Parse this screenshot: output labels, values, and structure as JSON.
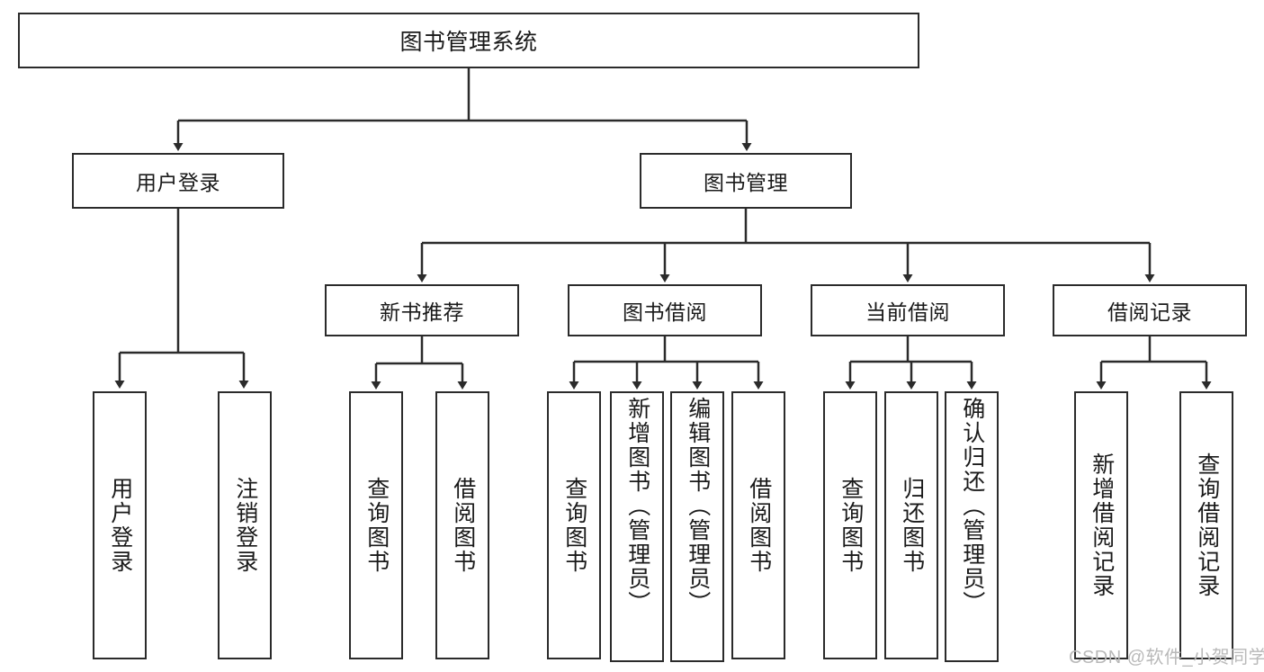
{
  "diagram": {
    "type": "tree-hierarchy",
    "title_node": {
      "label": "图书管理系统"
    },
    "level2": [
      {
        "id": "user-login",
        "label": "用户登录"
      },
      {
        "id": "book-management",
        "label": "图书管理"
      }
    ],
    "level3": [
      {
        "id": "new-book-recommend",
        "label": "新书推荐"
      },
      {
        "id": "book-borrow",
        "label": "图书借阅"
      },
      {
        "id": "current-borrow",
        "label": "当前借阅"
      },
      {
        "id": "borrow-record",
        "label": "借阅记录"
      }
    ],
    "leaves": [
      {
        "id": "leaf-user-login",
        "label": "用户登录",
        "parent": "user-login"
      },
      {
        "id": "leaf-logout-login",
        "label": "注销登录",
        "parent": "user-login"
      },
      {
        "id": "leaf-query-book-1",
        "label": "查询图书",
        "parent": "new-book-recommend"
      },
      {
        "id": "leaf-borrow-book-1",
        "label": "借阅图书",
        "parent": "new-book-recommend"
      },
      {
        "id": "leaf-query-book-2",
        "label": "查询图书",
        "parent": "book-borrow"
      },
      {
        "id": "leaf-add-book",
        "label": "新增图书（管理员）",
        "parent": "book-borrow"
      },
      {
        "id": "leaf-edit-book",
        "label": "编辑图书（管理员）",
        "parent": "book-borrow"
      },
      {
        "id": "leaf-borrow-book-2",
        "label": "借阅图书",
        "parent": "book-borrow"
      },
      {
        "id": "leaf-query-book-3",
        "label": "查询图书",
        "parent": "current-borrow"
      },
      {
        "id": "leaf-return-book",
        "label": "归还图书",
        "parent": "current-borrow"
      },
      {
        "id": "leaf-confirm-return",
        "label": "确认归还（管理员）",
        "parent": "current-borrow"
      },
      {
        "id": "leaf-add-record",
        "label": "新增借阅记录",
        "parent": "borrow-record"
      },
      {
        "id": "leaf-query-record",
        "label": "查询借阅记录",
        "parent": "borrow-record"
      }
    ],
    "watermark": "CSDN @软件_小贺同学",
    "colors": {
      "stroke": "#2b2b2b",
      "background": "#ffffff",
      "text": "#1a1a1a",
      "watermark": "#b9b9b9"
    }
  }
}
